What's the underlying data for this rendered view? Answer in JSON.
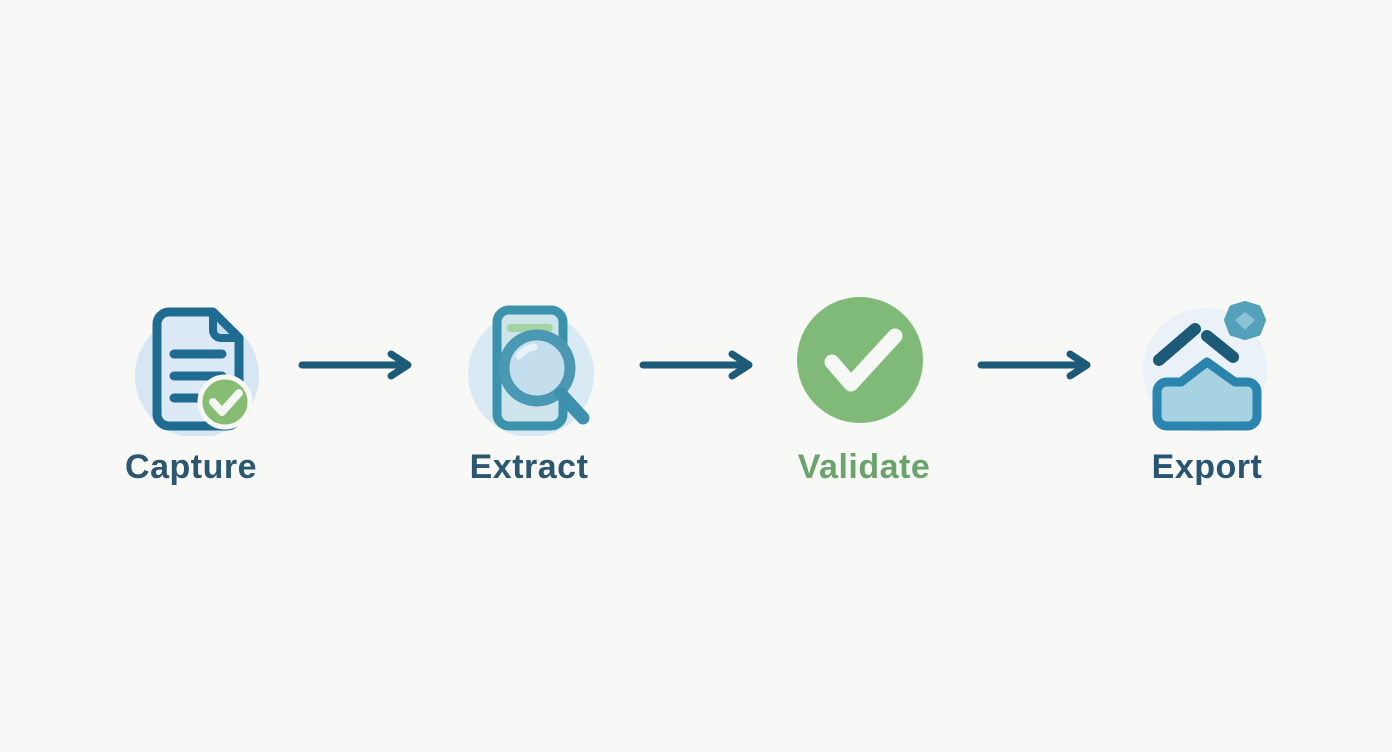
{
  "canvas": {
    "background": "#f8f8f6"
  },
  "workflow": {
    "steps": [
      {
        "label": "Capture",
        "icon": "document-check-icon",
        "label_style": "color:#2d566f"
      },
      {
        "label": "Extract",
        "icon": "document-search-icon",
        "label_style": "color:#2d566f"
      },
      {
        "label": "Validate",
        "icon": "check-circle-icon",
        "label_style": "color:#6aa46c"
      },
      {
        "label": "Export",
        "icon": "export-tray-icon",
        "label_style": "color:#2a5572"
      }
    ],
    "connectors": [
      {
        "type": "arrow-right"
      },
      {
        "type": "arrow-right"
      },
      {
        "type": "arrow-right"
      }
    ],
    "palette": {
      "arrow": "#1d5a77",
      "step_text_dark": "#2d566f",
      "step_text_green": "#6aa46c",
      "icon_outline_dark_blue": "#1f6b91",
      "icon_outline_teal": "#3b92ad",
      "icon_fill_light_blue": "#d9e9f5",
      "halo_light_blue": "#d6e7f3",
      "success_green": "#80ba79",
      "badge_green": "#87bd73",
      "export_tray_blue": "#2b84ad",
      "export_tray_fill": "#a6d2e2",
      "background": "#f8f8f6"
    }
  }
}
